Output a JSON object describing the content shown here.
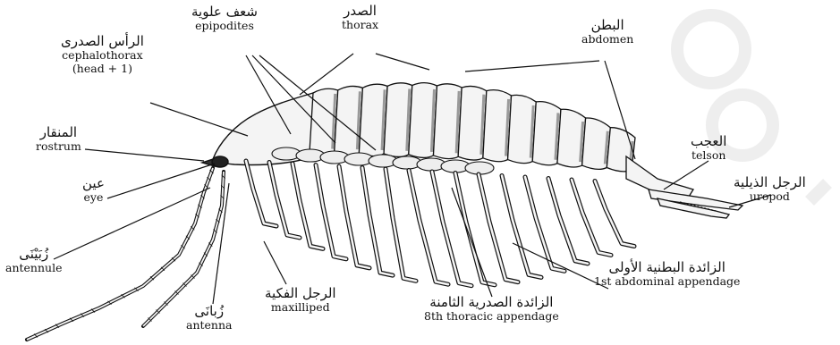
{
  "watermark": {
    "text": "co",
    "color": "#d9d9d9"
  },
  "labels": {
    "cephalothorax": {
      "ar": "الرأس الصدرى",
      "en": "cephalothorax",
      "en2": "(head + 1)"
    },
    "epipodites": {
      "ar": "شعف علوية",
      "en": "epipodites"
    },
    "thorax": {
      "ar": "الصدر",
      "en": "thorax"
    },
    "abdomen": {
      "ar": "البطن",
      "en": "abdomen"
    },
    "rostrum": {
      "ar": "المنقار",
      "en": "rostrum"
    },
    "telson": {
      "ar": "العجب",
      "en": "telson"
    },
    "eye": {
      "ar": "عين",
      "en": "eye"
    },
    "uropod": {
      "ar": "الرجل الذيلية",
      "en": "uropod"
    },
    "antennule": {
      "ar": "زُبَيْنَى",
      "en": "antennule"
    },
    "antenna": {
      "ar": "زُبانَى",
      "en": "antenna"
    },
    "maxilliped": {
      "ar": "الرجل الفكية",
      "en": "maxilliped"
    },
    "thoracic8": {
      "ar": "الزائدة الصدرية الثامنة",
      "en": "8th thoracic appendage"
    },
    "abdominal1": {
      "ar": "الزائدة البطنية الأولى",
      "en": "1st abdominal appendage"
    }
  },
  "colors": {
    "ink": "#111111",
    "body_fill": "#f4f4f4",
    "shade": "#bdbdbd"
  }
}
